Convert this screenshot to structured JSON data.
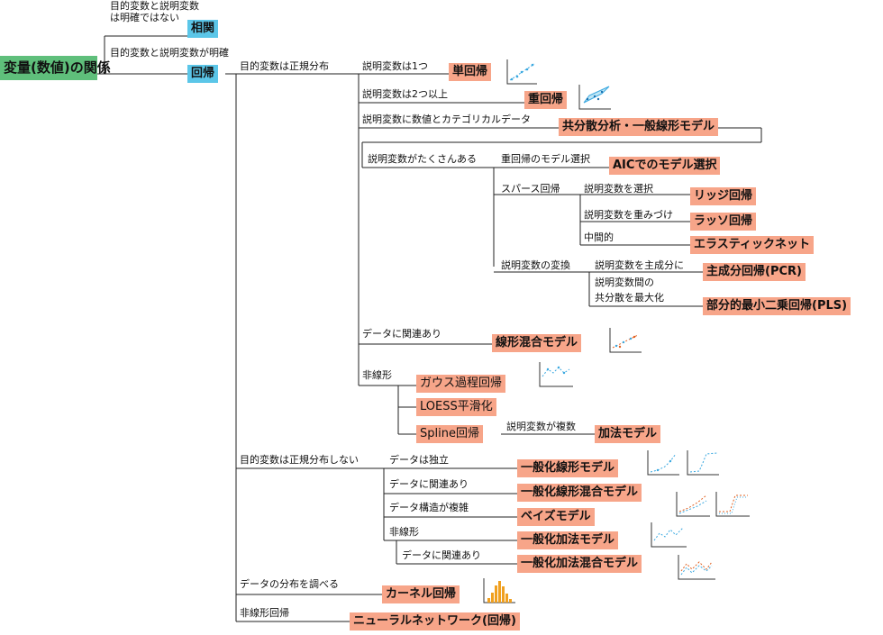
{
  "root": "変量(数値)の関係",
  "corr": {
    "cond": "目的変数と説明変数は明確ではない",
    "label": "相関"
  },
  "reg": {
    "cond": "目的変数と説明変数が明確",
    "label": "回帰"
  },
  "normal": "目的変数は正規分布",
  "nonnormal": "目的変数は正規分布しない",
  "n1": {
    "cond": "説明変数は1つ",
    "label": "単回帰"
  },
  "n2": {
    "cond": "説明変数は2つ以上",
    "label": "重回帰"
  },
  "n3": {
    "cond": "説明変数に数値とカテゴリカルデータ",
    "label": "共分散分析・一般線形モデル"
  },
  "n4": {
    "cond": "説明変数がたくさんある",
    "sub": "重回帰のモデル選択",
    "label": "AICでのモデル選択"
  },
  "sparse": "スパース回帰",
  "ridge": {
    "cond": "説明変数を選択",
    "label": "リッジ回帰"
  },
  "lasso": {
    "cond": "説明変数を重みづけ",
    "label": "ラッソ回帰"
  },
  "elastic": {
    "cond": "中間的",
    "label": "エラスティックネット"
  },
  "transform": "説明変数の変換",
  "pcr": {
    "cond": "説明変数を主成分に",
    "label": "主成分回帰(PCR)"
  },
  "pls": {
    "cond1": "説明変数間の",
    "cond2": "共分散を最大化",
    "label": "部分的最小二乗回帰(PLS)"
  },
  "n5": {
    "cond": "データに関連あり",
    "label": "線形混合モデル"
  },
  "n6": {
    "cond": "非線形",
    "gp": "ガウス過程回帰",
    "loess": "LOESS平滑化",
    "spline": "Spline回帰",
    "multi": "説明変数が複数",
    "gam": "加法モデル"
  },
  "g1": {
    "cond": "データは独立",
    "label": "一般化線形モデル"
  },
  "g2": {
    "cond": "データに関連あり",
    "label": "一般化線形混合モデル"
  },
  "g3": {
    "cond": "データ構造が複雑",
    "label": "ベイズモデル"
  },
  "g4": {
    "cond": "非線形",
    "label": "一般化加法モデル"
  },
  "g5": {
    "cond": "データに関連あり",
    "label": "一般化加法混合モデル"
  },
  "k": {
    "cond": "データの分布を調べる",
    "label": "カーネル回帰"
  },
  "nn": {
    "cond": "非線形回帰",
    "label": "ニューラルネットワーク(回帰)"
  },
  "colors": {
    "pink": "#f7a589",
    "blue": "#5bc6e8",
    "green": "#5fbf7b",
    "dot": "#3aa8e0",
    "line": "#e06020",
    "hist": "#f0a020"
  }
}
